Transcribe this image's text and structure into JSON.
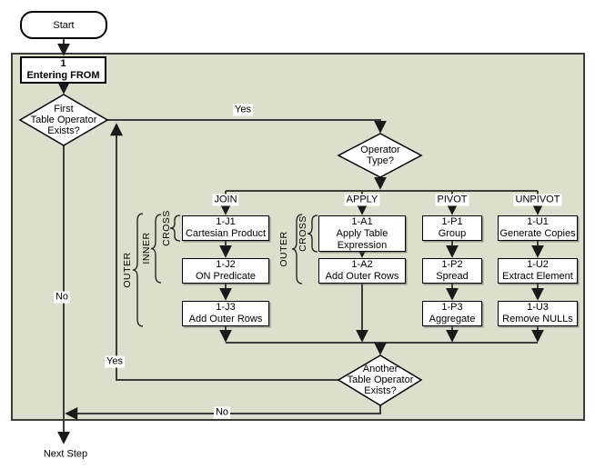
{
  "colors": {
    "region_fill": "#dcdfcc",
    "region_border": "#3c3c3c",
    "connector": "#3c3c3c",
    "shape_fill": "#ffffff",
    "shape_border": "#000000"
  },
  "start": {
    "label": "Start"
  },
  "entering_from": {
    "number": "1",
    "label": "Entering FROM"
  },
  "decisions": {
    "first": {
      "label": "First\nTable Operator\nExists?"
    },
    "operator_type": {
      "label": "Operator\nType?"
    },
    "another": {
      "label": "Another\nTable Operator\nExists?"
    }
  },
  "edge_labels": {
    "yes_top": "Yes",
    "no_main": "No",
    "yes_loop": "Yes",
    "no_exit": "No"
  },
  "terminal": {
    "label": "Next Step"
  },
  "columns": [
    {
      "label": "JOIN",
      "braces": [
        "CROSS",
        "INNER",
        "OUTER"
      ],
      "boxes": [
        {
          "id": "1-J1",
          "label": "Cartesian Product"
        },
        {
          "id": "1-J2",
          "label": "ON Predicate"
        },
        {
          "id": "1-J3",
          "label": "Add Outer Rows"
        }
      ]
    },
    {
      "label": "APPLY",
      "braces": [
        "CROSS",
        "OUTER"
      ],
      "boxes": [
        {
          "id": "1-A1",
          "label": "Apply Table Expression"
        },
        {
          "id": "1-A2",
          "label": "Add Outer Rows"
        }
      ]
    },
    {
      "label": "PIVOT",
      "braces": [],
      "boxes": [
        {
          "id": "1-P1",
          "label": "Group"
        },
        {
          "id": "1-P2",
          "label": "Spread"
        },
        {
          "id": "1-P3",
          "label": "Aggregate"
        }
      ]
    },
    {
      "label": "UNPIVOT",
      "braces": [],
      "boxes": [
        {
          "id": "1-U1",
          "label": "Generate Copies"
        },
        {
          "id": "1-U2",
          "label": "Extract Element"
        },
        {
          "id": "1-U3",
          "label": "Remove NULLs"
        }
      ]
    }
  ]
}
